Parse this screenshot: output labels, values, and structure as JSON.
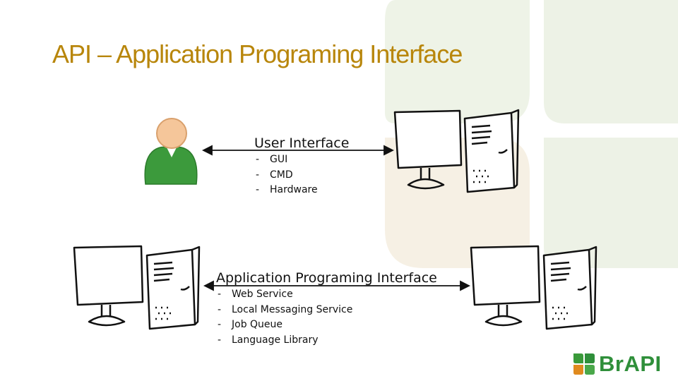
{
  "slide": {
    "title": "API – Application Programing Interface",
    "user_interface": {
      "heading": "User Interface",
      "items": [
        "GUI",
        "CMD",
        "Hardware"
      ]
    },
    "api": {
      "heading": "Application Programing Interface",
      "items": [
        "Web Service",
        "Local Messaging Service",
        "Job Queue",
        "Language Library"
      ]
    },
    "logo_text": "BrAPI"
  },
  "colors": {
    "title": "#b8860b",
    "person_body": "#3c9a3c",
    "person_head": "#f5c69a",
    "logo_green": "#2f8f3a",
    "logo_orange": "#e08a1e",
    "bg_clover_top": "#eef3e7",
    "bg_clover_bottom": "#f5efe3"
  },
  "icons": [
    "user-icon",
    "computer-icon",
    "arrow-icon",
    "clover-icon"
  ]
}
